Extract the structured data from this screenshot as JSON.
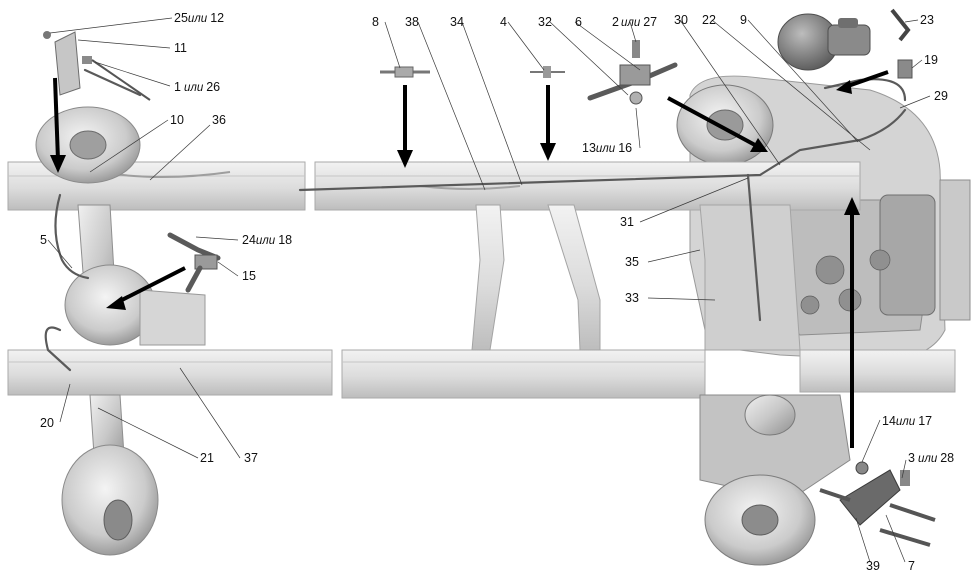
{
  "colors": {
    "frame_light": "#e9e9e9",
    "frame_mid": "#cfcfcf",
    "frame_dark": "#a9a9a9",
    "part_dark": "#6c6c6c",
    "arrow": "#000000",
    "text": "#111111",
    "background": "#ffffff"
  },
  "callouts": [
    {
      "id": "c25",
      "num": "25",
      "or": "или",
      "alt": "12"
    },
    {
      "id": "c11",
      "num": "11"
    },
    {
      "id": "c1",
      "num": "1",
      "or": "или",
      "alt": "26"
    },
    {
      "id": "c10",
      "num": "10"
    },
    {
      "id": "c36",
      "num": "36"
    },
    {
      "id": "c5",
      "num": "5"
    },
    {
      "id": "c24",
      "num": "24",
      "or": "или",
      "alt": "18"
    },
    {
      "id": "c15",
      "num": "15"
    },
    {
      "id": "c20",
      "num": "20"
    },
    {
      "id": "c21",
      "num": "21"
    },
    {
      "id": "c37",
      "num": "37"
    },
    {
      "id": "c8",
      "num": "8"
    },
    {
      "id": "c38",
      "num": "38"
    },
    {
      "id": "c34",
      "num": "34"
    },
    {
      "id": "c4",
      "num": "4"
    },
    {
      "id": "c32",
      "num": "32"
    },
    {
      "id": "c6",
      "num": "6"
    },
    {
      "id": "c2",
      "num": "2",
      "or": "или",
      "alt": "27"
    },
    {
      "id": "c13",
      "num": "13",
      "or": "или",
      "alt": "16"
    },
    {
      "id": "c30",
      "num": "30"
    },
    {
      "id": "c22",
      "num": "22"
    },
    {
      "id": "c9",
      "num": "9"
    },
    {
      "id": "c23",
      "num": "23"
    },
    {
      "id": "c19",
      "num": "19"
    },
    {
      "id": "c29",
      "num": "29"
    },
    {
      "id": "c31",
      "num": "31"
    },
    {
      "id": "c35",
      "num": "35"
    },
    {
      "id": "c33",
      "num": "33"
    },
    {
      "id": "c14",
      "num": "14",
      "or": "или",
      "alt": "17"
    },
    {
      "id": "c3",
      "num": "3",
      "or": "или",
      "alt": "28"
    },
    {
      "id": "c39",
      "num": "39"
    },
    {
      "id": "c7",
      "num": "7"
    }
  ]
}
